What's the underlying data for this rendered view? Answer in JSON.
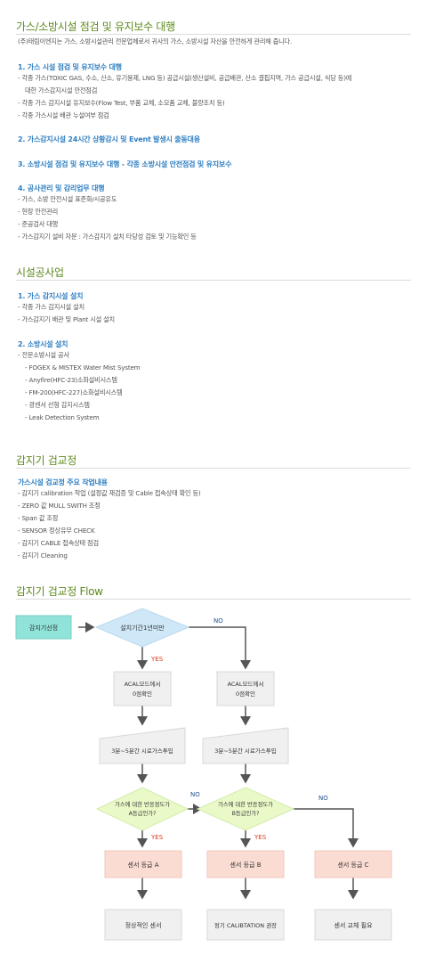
{
  "s1": {
    "title": "가스/소방시설 점검 및 유지보수 대행",
    "intro": "(주)태림이엔지는 가스, 소방시설관리 전문업체로서 귀사의 가스, 소방시설 자산을 안전하게 관리해 줍니다.",
    "h1": "1. 가스 시설 점검 및 유지보수 대행",
    "l1": "- 각종 가스(TOXIC GAS, 수소, 산소, 유기용제, LNG 등) 공급시설(생산설비, 공급배관, 산소 결핍지역, 가스 공급시설, 식당 등)에",
    "l2": "대한 가스감지시설 안전점검",
    "l3": "- 각종 가스 감지시설 유지보수(Flow Test, 부품 교체, 소모품 교체, 불량조치 등)",
    "l4": "- 각종 가스시설 배관 누설여부 점검",
    "h2": "2. 가스감지시설 24시간 상황감시 및 Event 발생시 출동대응",
    "h3": "3. 소방시설 점검 및 유지보수 대행 - 각종 소방시설 안전점검 및 유지보수",
    "h4": "4. 공사관리 및 감리업무 대행",
    "m1": "- 가스, 소방 안전시설 표준화/시공유도",
    "m2": "- 현장 안전관리",
    "m3": "- 준공검사 대행",
    "m4": "- 가스감지기 설비 자문 : 가스감지기 설치 타당성 검토 및 기능확인 등"
  },
  "s2": {
    "title": "시설공사업",
    "h1": "1. 가스 감지시설 설치",
    "a1": "- 각종 가스 감지시설 설치",
    "a2": "- 가스감지기 배관 및 Plant 시설 설치",
    "h2": "2. 소방시설 설치",
    "b0": "- 전문소방시설 공사",
    "b1": "- FOGEX & MISTEX Water Mist System",
    "b2": "- Anyfire(HFC-23)소화설비시스템",
    "b3": "- FM-200(HFC-227)소화설비시스템",
    "b4": "- 광센서 선형 감지시스템",
    "b5": "- Leak Detection System"
  },
  "s3": {
    "title": "감지기 검교정",
    "h1": "가스시설 검교정 주요 작업내용",
    "c1": "- 감지기 calibration 작업 (설정값 재검증 및 Cable 접속상태 확인 등)",
    "c2": "- ZERO 값 MULL SWITH 조정",
    "c3": "- Span 값 조정",
    "c4": "- SENSOR 정상유무 CHECK",
    "c5": "- 감지기 CABLE 접속상태 점검",
    "c6": "- 감지기 Cleaning"
  },
  "s4": {
    "title": "감지기 검교정 Flow",
    "start": "감지기선정",
    "d1": "설치기간1년미만",
    "no": "NO",
    "yes": "YES",
    "p1a": "ACAL모드에서",
    "p1b": "0점확인",
    "p2a": "ACAL모드에서",
    "p2b": "0점확인",
    "in1": "3분~5분간 시료가스투입",
    "in2": "3분~5분간 시료가스투입",
    "d2a": "가스에 대한 반응정도가",
    "d2b": "A등급인가?",
    "d3a": "가스에 대한 반응정도가",
    "d3b": "B등급인가?",
    "gA": "센서 등급 A",
    "gB": "센서 등급 B",
    "gC": "센서 등급 C",
    "rA": "정상적인 센서",
    "rB": "정기 CALIBTATION 권장",
    "rC": "센서 교체 필요"
  },
  "colors": {
    "title": "#5d8a1c",
    "sub": "#2f7fc2",
    "start": "#8fe3d8",
    "diamond1": "#cfe8f8",
    "diamond2": "#e9f9c8",
    "grade": "#fbdcd3",
    "yes": "#d93a1c",
    "no": "#1f4f8f"
  }
}
